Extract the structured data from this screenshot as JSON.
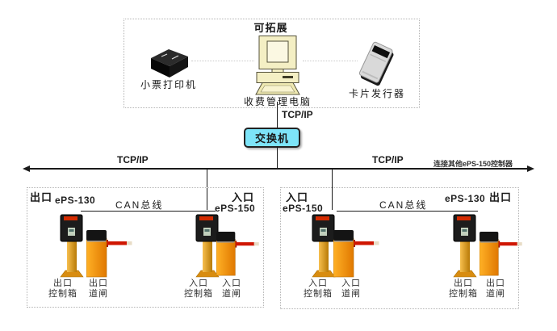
{
  "top_box": {
    "title": "可拓展",
    "printer_label": "小票打印机",
    "computer_label": "收费管理电脑",
    "dispenser_label": "卡片发行器"
  },
  "network": {
    "tcpip_top": "TCP/IP",
    "switch_label": "交换机",
    "tcpip_left": "TCP/IP",
    "tcpip_right": "TCP/IP",
    "extension_note": "连接其他ePS-150控制器"
  },
  "left_box": {
    "corner_left": "出口",
    "model_left": "ePS-130",
    "can_label": "CAN总线",
    "corner_right": "入口",
    "model_right": "ePS-150",
    "labels": [
      {
        "l1": "出口",
        "l2": "控制箱"
      },
      {
        "l1": "出口",
        "l2": "道闸"
      },
      {
        "l1": "入口",
        "l2": "控制箱"
      },
      {
        "l1": "入口",
        "l2": "道闸"
      }
    ]
  },
  "right_box": {
    "corner_left": "入口",
    "model_left": "ePS-150",
    "can_label": "CAN总线",
    "model_right": "ePS-130",
    "corner_right": "出口",
    "labels": [
      {
        "l1": "入口",
        "l2": "控制箱"
      },
      {
        "l1": "入口",
        "l2": "道闸"
      },
      {
        "l1": "出口",
        "l2": "控制箱"
      },
      {
        "l1": "出口",
        "l2": "道闸"
      }
    ]
  },
  "colors": {
    "switch_fill": "#7de4f8",
    "pedestal_orange": "#e8941a",
    "barrier_orange": "#ff9812",
    "arm_red": "#cf1602"
  }
}
